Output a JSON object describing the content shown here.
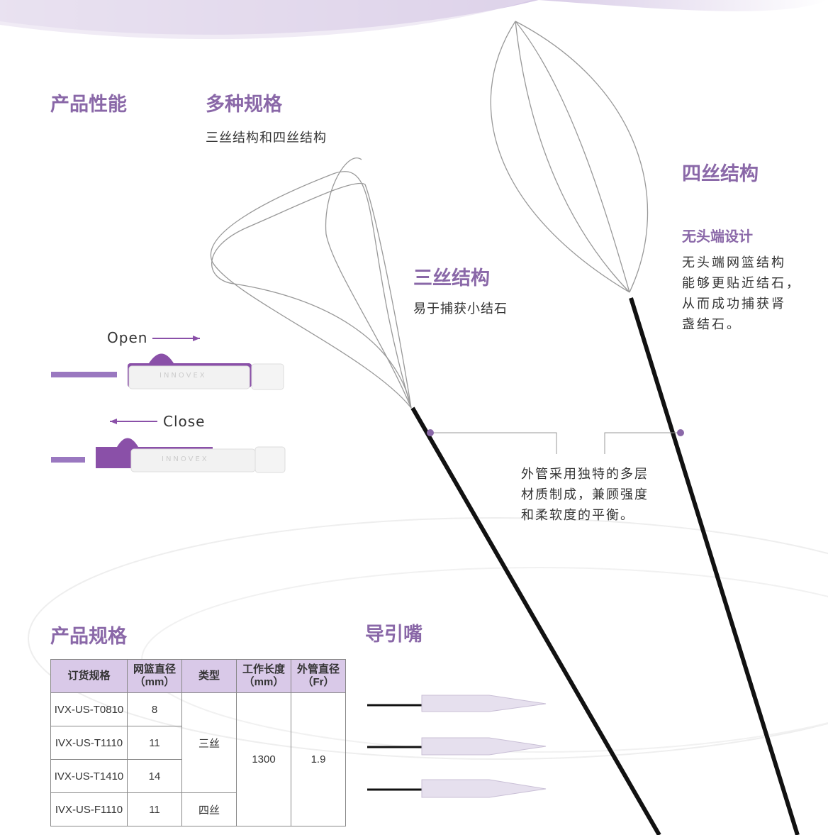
{
  "headers": {
    "performance": "产品性能",
    "variety": "多种规格",
    "variety_sub": "三丝结构和四丝结构",
    "three_wire": "三丝结构",
    "three_wire_sub": "易于捕获小结石",
    "four_wire": "四丝结构",
    "tipless": "无头端设计",
    "tipless_body": [
      "无头端网篮结构",
      "能够更贴近结石，",
      "从而成功捕获肾",
      "盏结石。"
    ],
    "sheath_body": [
      "外管采用独特的多层",
      "材质制成，兼顾强度",
      "和柔软度的平衡。"
    ],
    "spec": "产品规格",
    "guide": "导引嘴"
  },
  "handle": {
    "open": "Open",
    "close": "Close",
    "brand": "INNOVEX"
  },
  "table": {
    "columns": [
      "订货规格",
      "网篮直径（mm）",
      "类型",
      "工作长度（mm）",
      "外管直径（Fr）"
    ],
    "rows": [
      {
        "code": "IVX-US-T0810",
        "diameter": "8"
      },
      {
        "code": "IVX-US-T1110",
        "diameter": "11"
      },
      {
        "code": "IVX-US-T1410",
        "diameter": "14"
      },
      {
        "code": "IVX-US-F1110",
        "diameter": "11"
      }
    ],
    "type_three": "三丝",
    "type_four": "四丝",
    "length": "1300",
    "fr": "1.9"
  },
  "colors": {
    "accent": "#8a68a8",
    "header_bg": "#d9c9e8"
  }
}
